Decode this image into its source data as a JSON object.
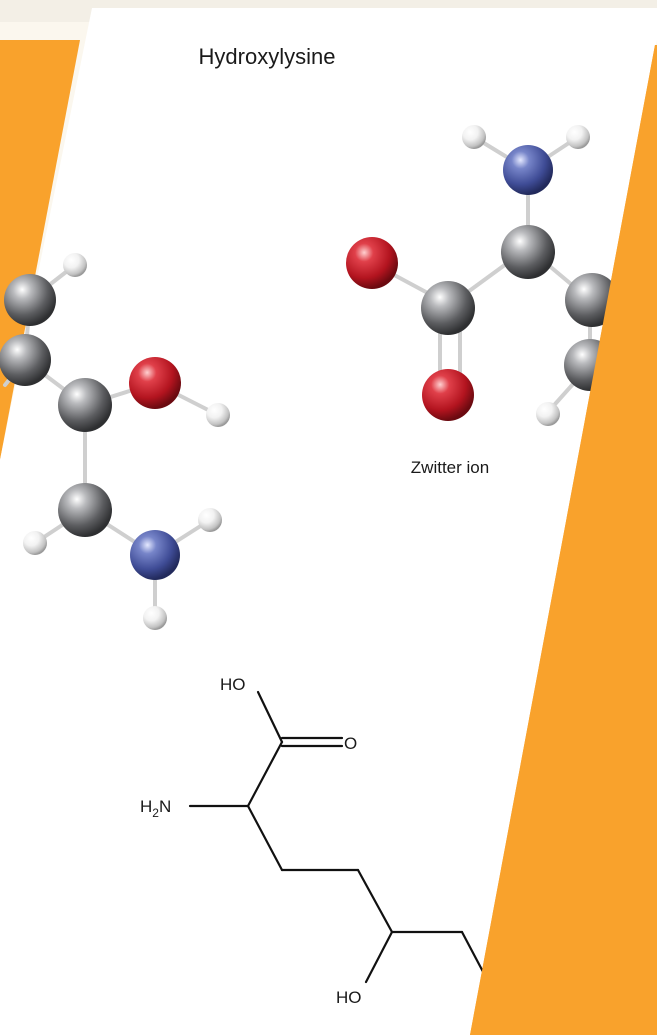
{
  "title": "Hydroxylysine",
  "caption": "Zwitter ion",
  "structure_labels": {
    "carboxyl_hydroxyl": "HO",
    "carbonyl_oxygen": "O",
    "amine_h": "H",
    "amine_subscript": "2",
    "amine_n": "N",
    "side_hydroxyl": "HO"
  },
  "colors": {
    "panel_background": "#ffffff",
    "page_background": "#fbf7ee",
    "accent_orange": "#f9a22c",
    "carbon": "#7a7b7e",
    "oxygen": "#c8202b",
    "nitrogen": "#4a58a8",
    "hydrogen": "#e3e3e3",
    "bond": "#c9c9c9",
    "line_structure": "#111111"
  }
}
